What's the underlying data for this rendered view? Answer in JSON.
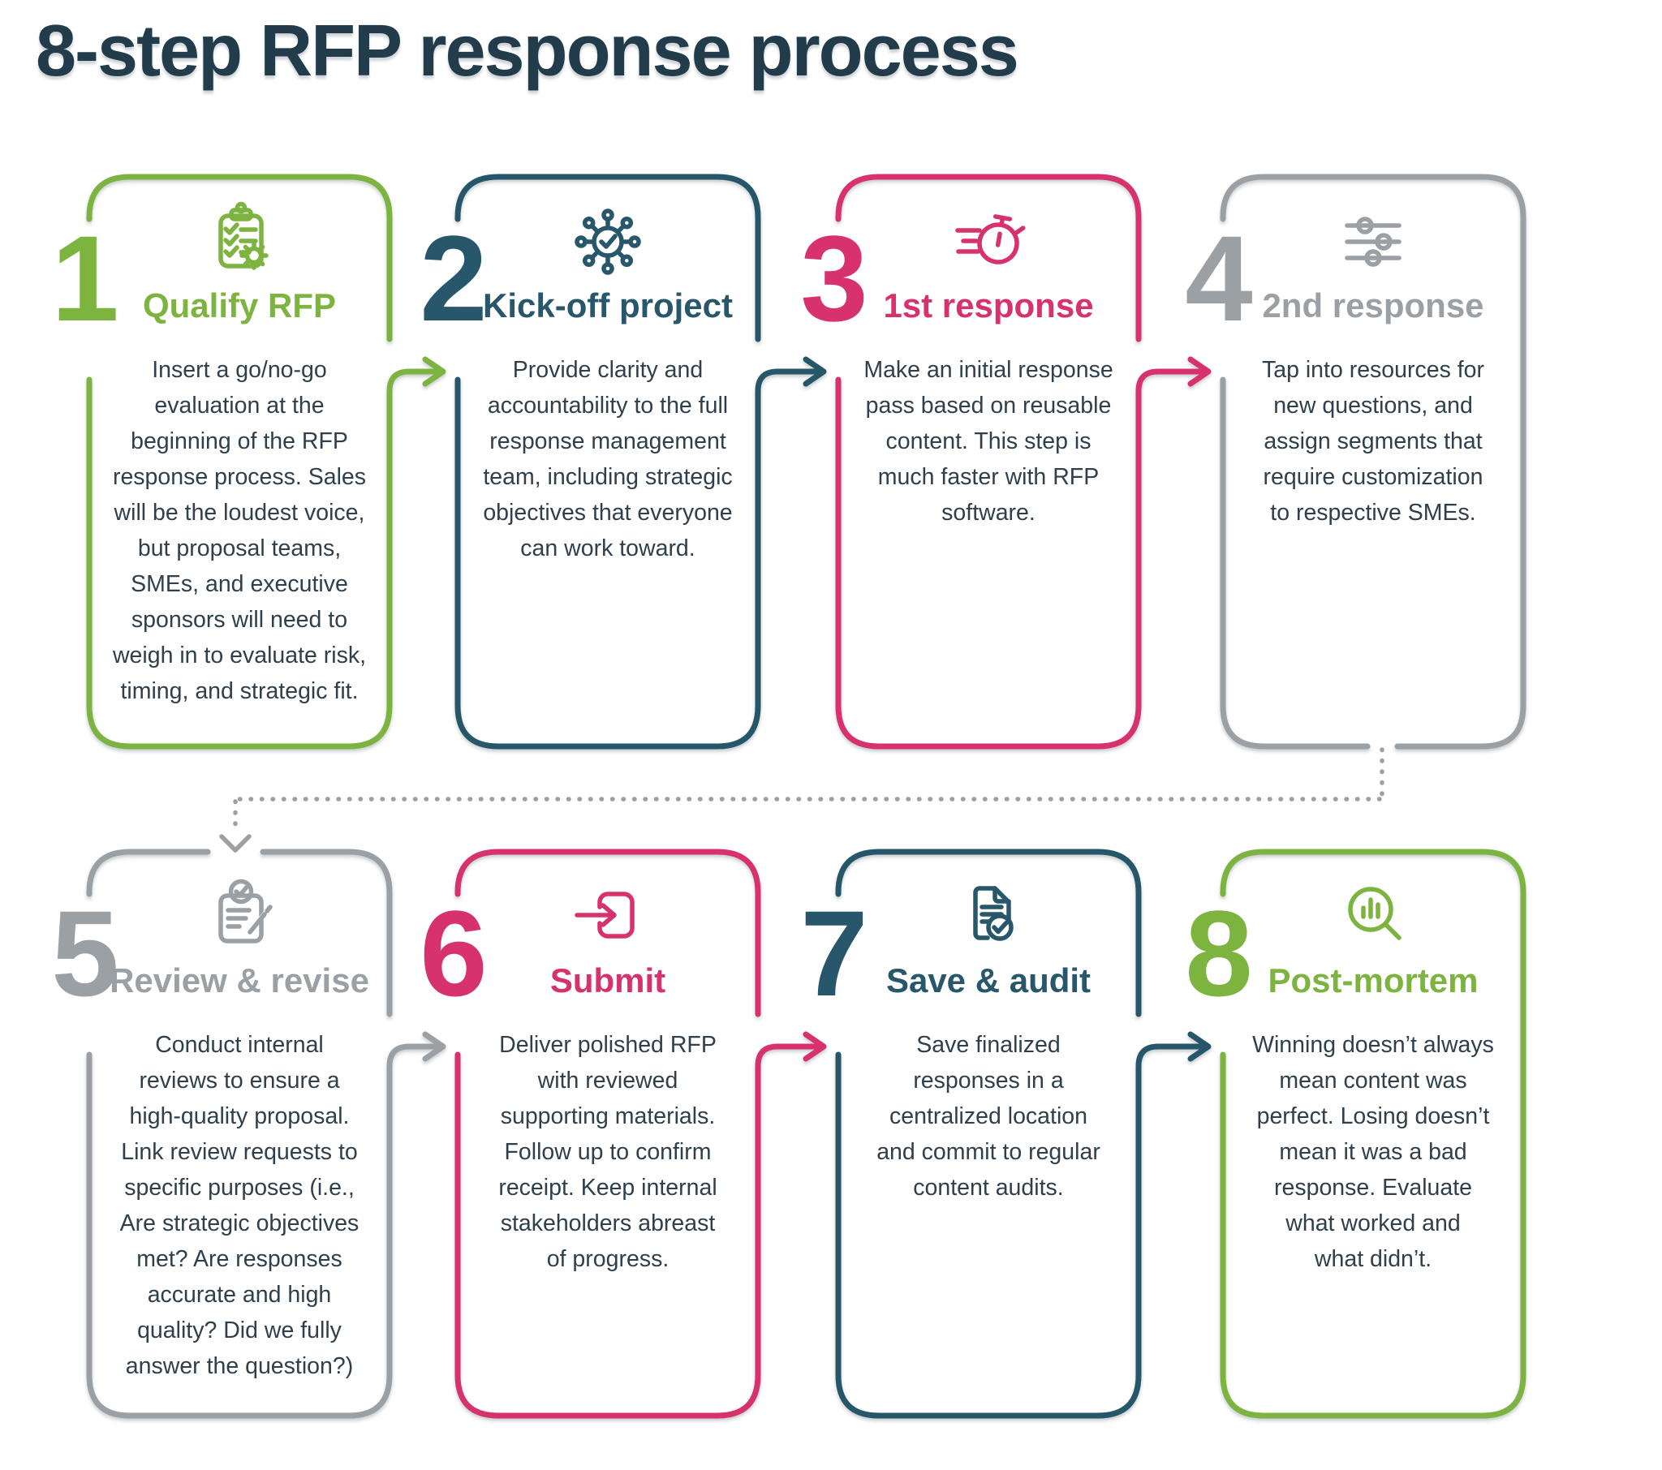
{
  "title": "8-step RFP response process",
  "palette": {
    "green": "#7db33f",
    "navy": "#28566a",
    "pink": "#d7316e",
    "gray": "#9ba0a5",
    "heading": "#233c4b",
    "body": "#2f404c"
  },
  "steps": [
    {
      "number": "1",
      "title": "Qualify RFP",
      "color": "green",
      "icon": "clipboard-checklist-gear-icon",
      "description": "Insert a go/no-go\nevaluation at the\nbeginning of the RFP\nresponse process. Sales\nwill be the loudest voice,\nbut proposal teams,\nSMEs, and executive\nsponsors will need to\nweigh in to evaluate risk,\ntiming, and strategic fit."
    },
    {
      "number": "2",
      "title": "Kick-off project",
      "color": "navy",
      "icon": "network-check-icon",
      "description": "Provide clarity and\naccountability to the full\nresponse management\nteam, including strategic\nobjectives that everyone\ncan work toward."
    },
    {
      "number": "3",
      "title": "1st response",
      "color": "pink",
      "icon": "stopwatch-speed-icon",
      "description": "Make an initial response\npass based on reusable\ncontent. This step is\nmuch faster with RFP\nsoftware."
    },
    {
      "number": "4",
      "title": "2nd response",
      "color": "gray",
      "icon": "sliders-icon",
      "description": "Tap into resources for\nnew questions, and\nassign segments that\nrequire customization\nto respective SMEs."
    },
    {
      "number": "5",
      "title": "Review & revise",
      "color": "gray",
      "icon": "note-pencil-check-icon",
      "description": "Conduct internal\nreviews to ensure a\nhigh-quality proposal.\nLink review requests to\nspecific purposes (i.e.,\nAre strategic objectives\nmet? Are responses\naccurate and high\nquality? Did we fully\nanswer the question?)"
    },
    {
      "number": "6",
      "title": "Submit",
      "color": "pink",
      "icon": "submit-arrow-box-icon",
      "description": "Deliver polished RFP\nwith reviewed\nsupporting materials.\nFollow up to confirm\nreceipt. Keep internal\nstakeholders abreast\nof progress."
    },
    {
      "number": "7",
      "title": "Save & audit",
      "color": "navy",
      "icon": "document-check-icon",
      "description": "Save finalized\nresponses in a\ncentralized location\nand commit to regular\ncontent audits."
    },
    {
      "number": "8",
      "title": "Post-mortem",
      "color": "green",
      "icon": "magnifier-bar-chart-icon",
      "description": "Winning doesn’t always\nmean content was\nperfect. Losing doesn’t\nmean it was a bad\nresponse. Evaluate\nwhat worked and\nwhat didn’t."
    }
  ],
  "connectors": [
    {
      "from": "1",
      "to": "2",
      "color": "green",
      "style": "elbow-arrow"
    },
    {
      "from": "2",
      "to": "3",
      "color": "navy",
      "style": "elbow-arrow"
    },
    {
      "from": "3",
      "to": "4",
      "color": "pink",
      "style": "elbow-arrow"
    },
    {
      "from": "4",
      "to": "5",
      "color": "gray",
      "style": "dotted-arrow"
    },
    {
      "from": "5",
      "to": "6",
      "color": "gray",
      "style": "elbow-arrow"
    },
    {
      "from": "6",
      "to": "7",
      "color": "pink",
      "style": "elbow-arrow"
    },
    {
      "from": "7",
      "to": "8",
      "color": "navy",
      "style": "elbow-arrow"
    }
  ]
}
